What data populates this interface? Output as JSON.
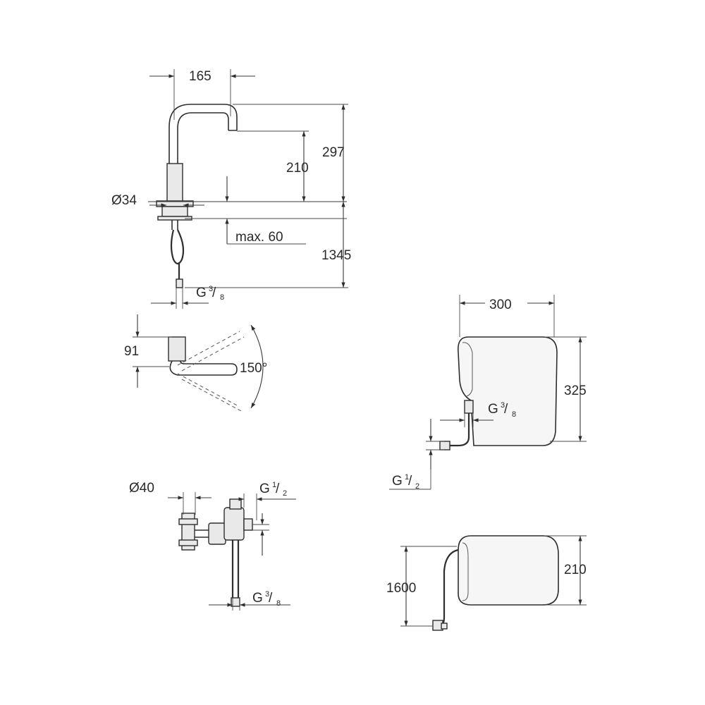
{
  "faucet_front": {
    "dim_width": "165",
    "dim_total_height": "297",
    "dim_spout_height": "210",
    "dim_base_diameter": "Ø34",
    "dim_max_deck": "max. 60",
    "dim_hose_length": "1345",
    "thread_letter": "G",
    "thread_num": "3",
    "thread_den": "8"
  },
  "faucet_top": {
    "dim_depth": "91",
    "dim_swivel_angle": "150°"
  },
  "valve": {
    "dim_diameter": "Ø40",
    "thread_top_letter": "G",
    "thread_top_num": "1",
    "thread_top_den": "2",
    "thread_bottom_letter": "G",
    "thread_bottom_num": "3",
    "thread_bottom_den": "8"
  },
  "box_front": {
    "dim_width": "300",
    "dim_height": "325",
    "thread_outlet_letter": "G",
    "thread_outlet_num": "3",
    "thread_outlet_den": "8",
    "thread_inlet_letter": "G",
    "thread_inlet_num": "1",
    "thread_inlet_den": "2"
  },
  "box_side": {
    "dim_cable_length": "1600",
    "dim_depth": "210"
  }
}
